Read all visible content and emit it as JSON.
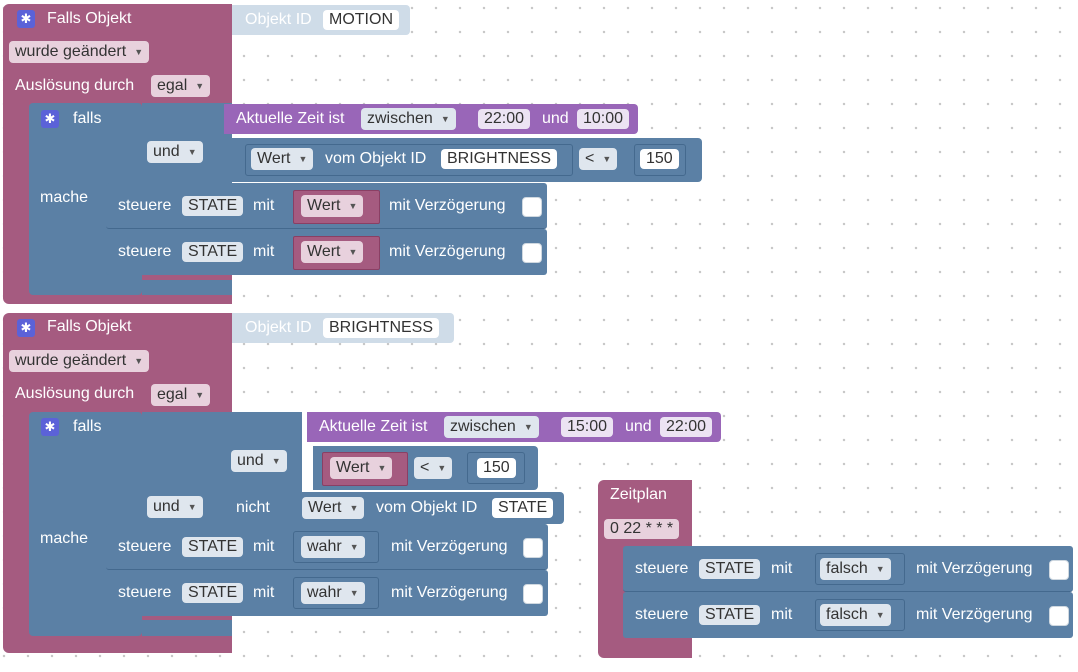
{
  "event_label": "Falls Objekt",
  "obj_id_label": "Objekt ID",
  "changed": "wurde geändert",
  "trigger_label": "Auslösung durch",
  "trigger_val": "egal",
  "if_label": "falls",
  "do_label": "mache",
  "and_label": "und",
  "not_label": "nicht",
  "time_label": "Aktuelle Zeit ist",
  "between": "zwischen",
  "und_word": "und",
  "value_label": "Wert",
  "from_obj_label": "vom Objekt ID",
  "lt": "<",
  "control_label": "steuere",
  "with_label": "mit",
  "delay_label": "mit Verzögerung",
  "state_name": "STATE",
  "block1": {
    "object": "MOTION",
    "t1": "22:00",
    "t2": "10:00",
    "cmp_object": "BRIGHTNESS",
    "num": "150"
  },
  "block2": {
    "object": "BRIGHTNESS",
    "t1": "15:00",
    "t2": "22:00",
    "num": "150",
    "not_object": "STATE",
    "val": "wahr"
  },
  "schedule": {
    "label": "Zeitplan",
    "cron": "0 22 * * *",
    "val": "falsch"
  },
  "colors": {
    "event": "#a55b80",
    "control": "#5b80a5",
    "logic": "#5b80a5",
    "time": "#9966b8",
    "gear": "#5b62d8"
  }
}
